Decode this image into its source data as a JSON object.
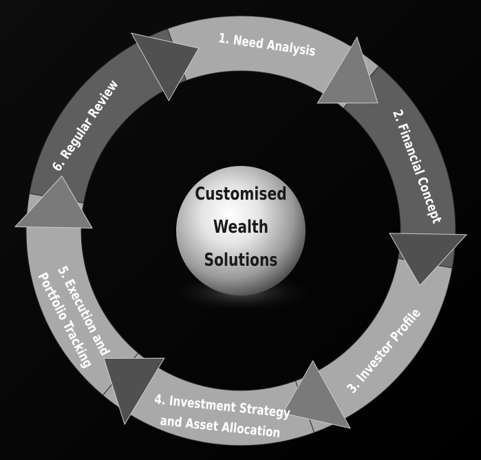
{
  "center": {
    "lines": [
      "Customised",
      "Wealth",
      "Solutions"
    ]
  },
  "steps": [
    {
      "id": 1,
      "lines": [
        "1. Need Analysis"
      ]
    },
    {
      "id": 2,
      "lines": [
        "2. Financial Concept"
      ]
    },
    {
      "id": 3,
      "lines": [
        "3. Investor Profile"
      ]
    },
    {
      "id": 4,
      "lines": [
        "4. Investment Strategy",
        "and Asset Allocation"
      ]
    },
    {
      "id": 5,
      "lines": [
        "5. Execution and",
        "Portfolio Tracking"
      ]
    },
    {
      "id": 6,
      "lines": [
        "6. Regular Review"
      ]
    }
  ],
  "colors": {
    "background": "#000000",
    "ring_light": "#a9a9a9",
    "ring_dark": "#5e5e5e",
    "label": "#ffffff",
    "center_text": "#1a1a1a"
  }
}
